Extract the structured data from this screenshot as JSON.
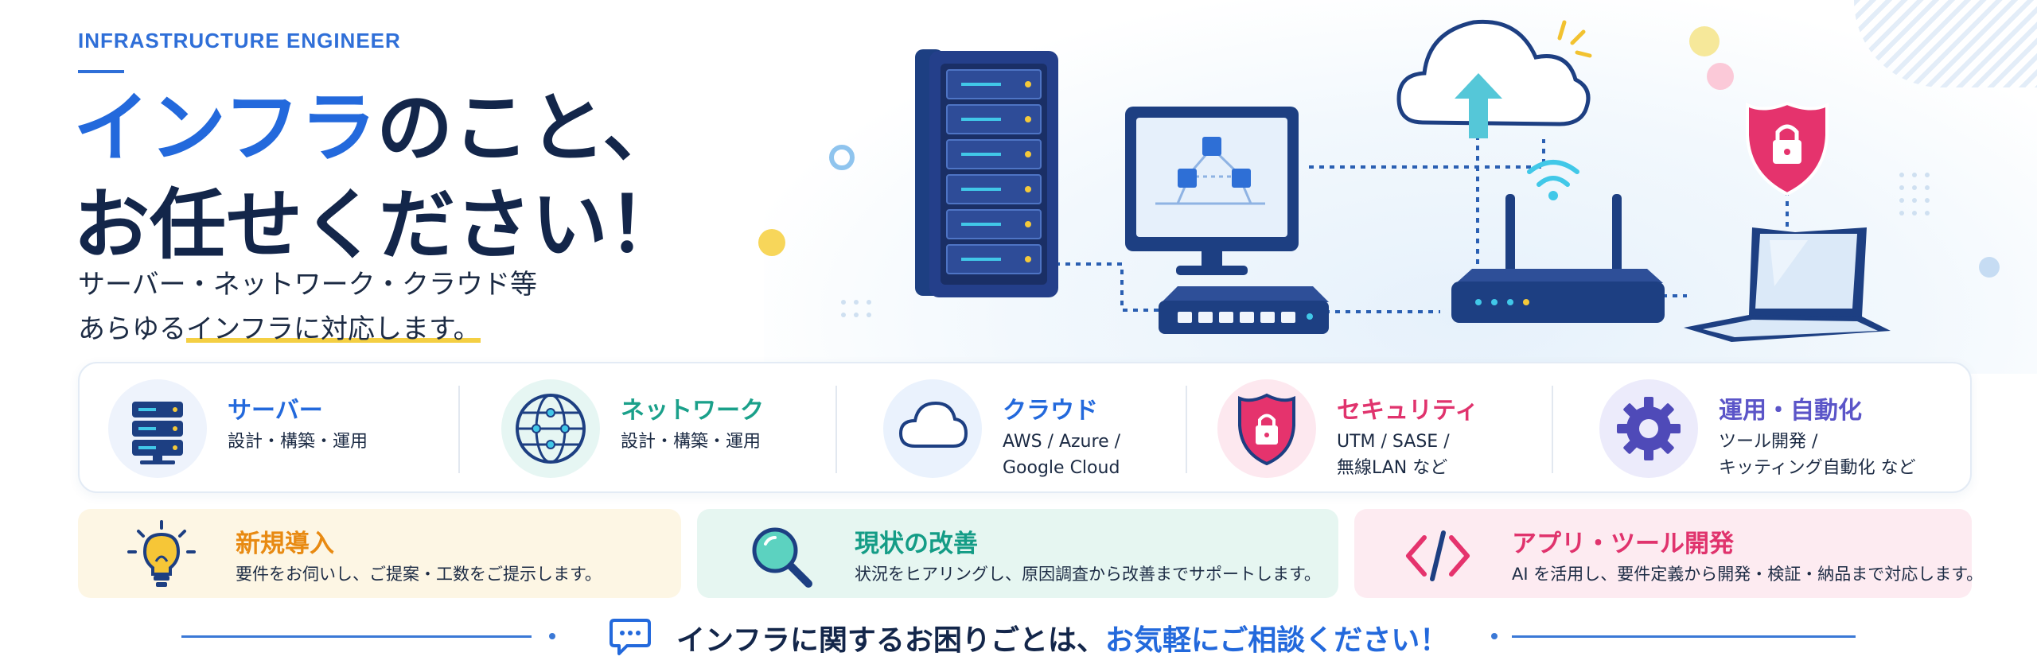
{
  "hero": {
    "eyebrow": "INFRASTRUCTURE ENGINEER",
    "headline_accent": "インフラ",
    "headline_line1_rest": "のこと、",
    "headline_line2": "お任せください！",
    "sub_line1": "サーバー・ネットワーク・クラウド等",
    "sub_line2_pre": "あらゆる",
    "sub_line2_mark": "インフラに対応します。"
  },
  "services": [
    {
      "title": "サーバー",
      "desc": "設計・構築・運用",
      "color": "#2369dc",
      "icon": "server-icon"
    },
    {
      "title": "ネットワーク",
      "desc": "設計・構築・運用",
      "color": "#1aa08a",
      "icon": "globe-network-icon"
    },
    {
      "title": "クラウド",
      "desc": "AWS / Azure /\nGoogle Cloud",
      "color": "#2369dc",
      "icon": "cloud-icon"
    },
    {
      "title": "セキュリティ",
      "desc": "UTM / SASE /\n無線LAN など",
      "color": "#e0336d",
      "icon": "shield-lock-icon"
    },
    {
      "title": "運用・自動化",
      "desc": "ツール開発 /\nキッティング自動化 など",
      "color": "#5b55c8",
      "icon": "gear-icon"
    }
  ],
  "offerings": [
    {
      "title": "新規導入",
      "desc": "要件をお伺いし、ご提案・工数をご提示します。",
      "color": "#e88a12",
      "bg": "#fdf6e4",
      "icon": "lightbulb-icon"
    },
    {
      "title": "現状の改善",
      "desc": "状況をヒアリングし、原因調査から改善までサポートします。",
      "color": "#149c86",
      "bg": "#e6f6f1",
      "icon": "magnifier-icon"
    },
    {
      "title": "アプリ・ツール開発",
      "desc": "AI を活用し、要件定義から開発・検証・納品まで対応します。",
      "color": "#e0336d",
      "bg": "#fdebf1",
      "icon": "code-icon"
    }
  ],
  "footer": {
    "msg_pre": "インフラに関するお困りごとは、",
    "msg_highlight": "お気軽にご相談ください！"
  }
}
